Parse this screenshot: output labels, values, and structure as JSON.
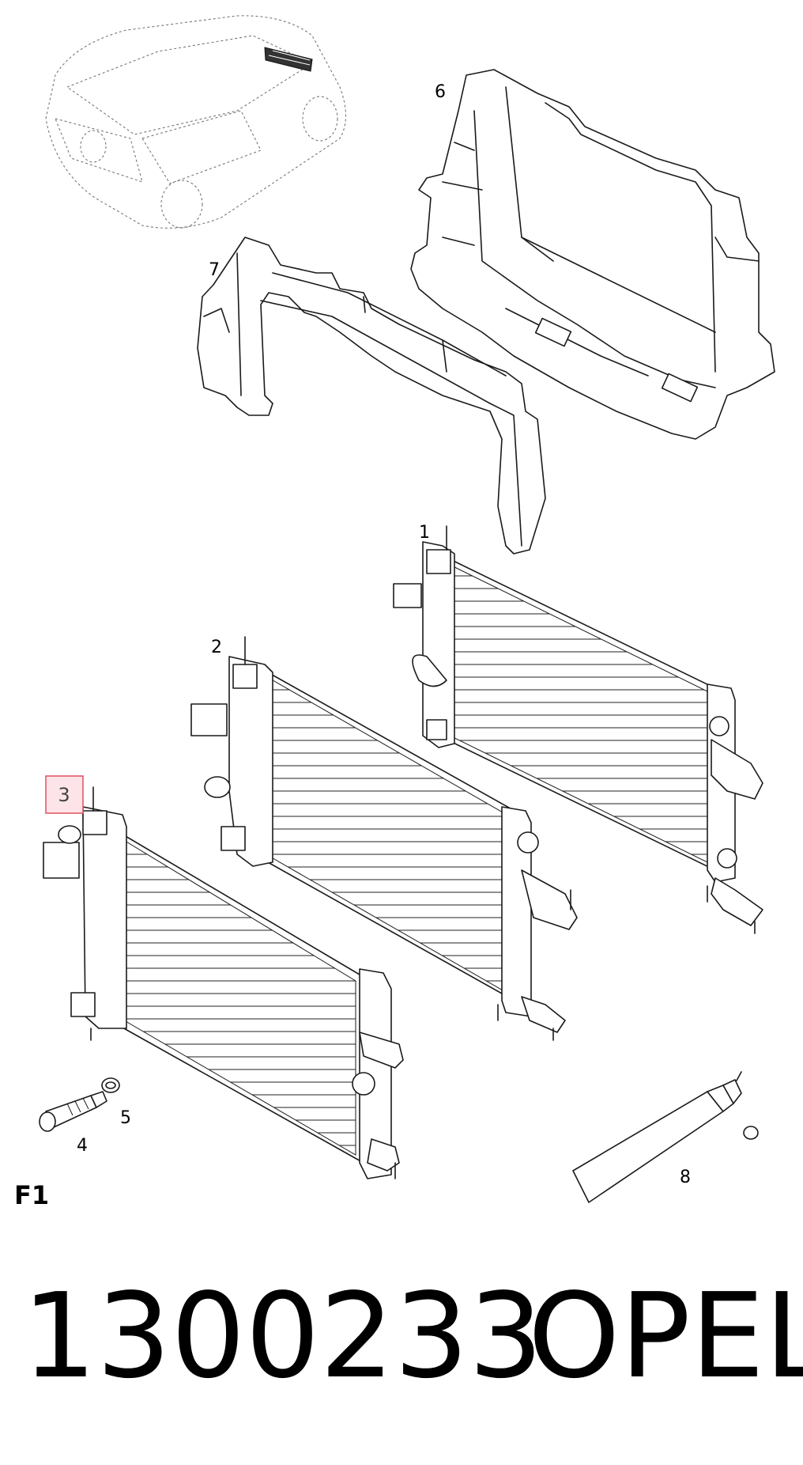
{
  "figure_id": "F1",
  "callouts": {
    "c1": "1",
    "c2": "2",
    "c3": "3",
    "c4": "4",
    "c5": "5",
    "c6": "6",
    "c7": "7",
    "c8": "8"
  },
  "highlighted_callout": "3",
  "part_number": "1300233",
  "brand": "OPEL",
  "colors": {
    "highlight_border": "#e05060",
    "highlight_fill": "#fde4e8",
    "line": "#1a1a1a"
  }
}
